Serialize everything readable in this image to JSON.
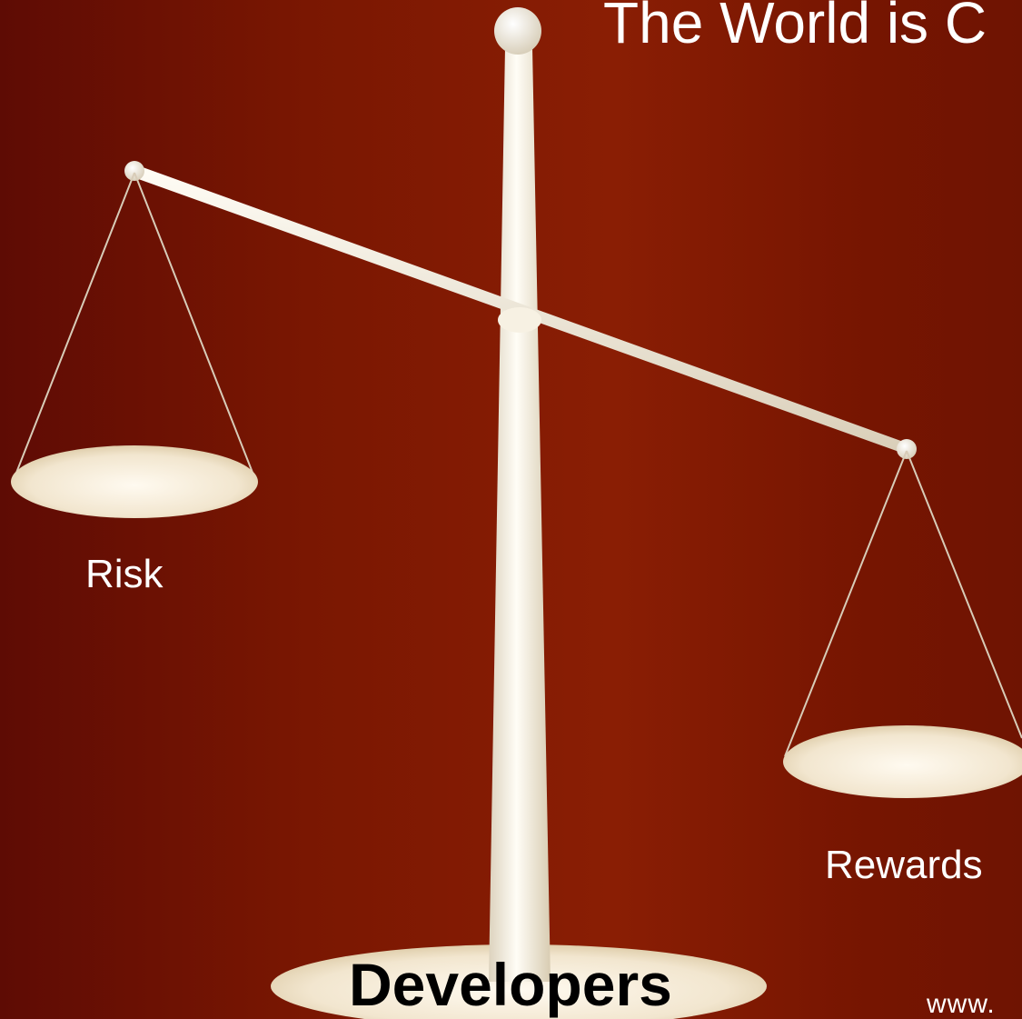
{
  "slide": {
    "title": "The World is C",
    "labels": {
      "left_pan": "Risk",
      "right_pan": "Rewards",
      "base": "Developers"
    },
    "watermark": "www."
  },
  "colors": {
    "background_dark": "#5e0b04",
    "background_mid": "#8a1e04",
    "scale_ivory": "#f3ead6",
    "text_white": "#ffffff",
    "text_black": "#000000"
  },
  "icons": {
    "scale": "balance-scale-icon"
  }
}
